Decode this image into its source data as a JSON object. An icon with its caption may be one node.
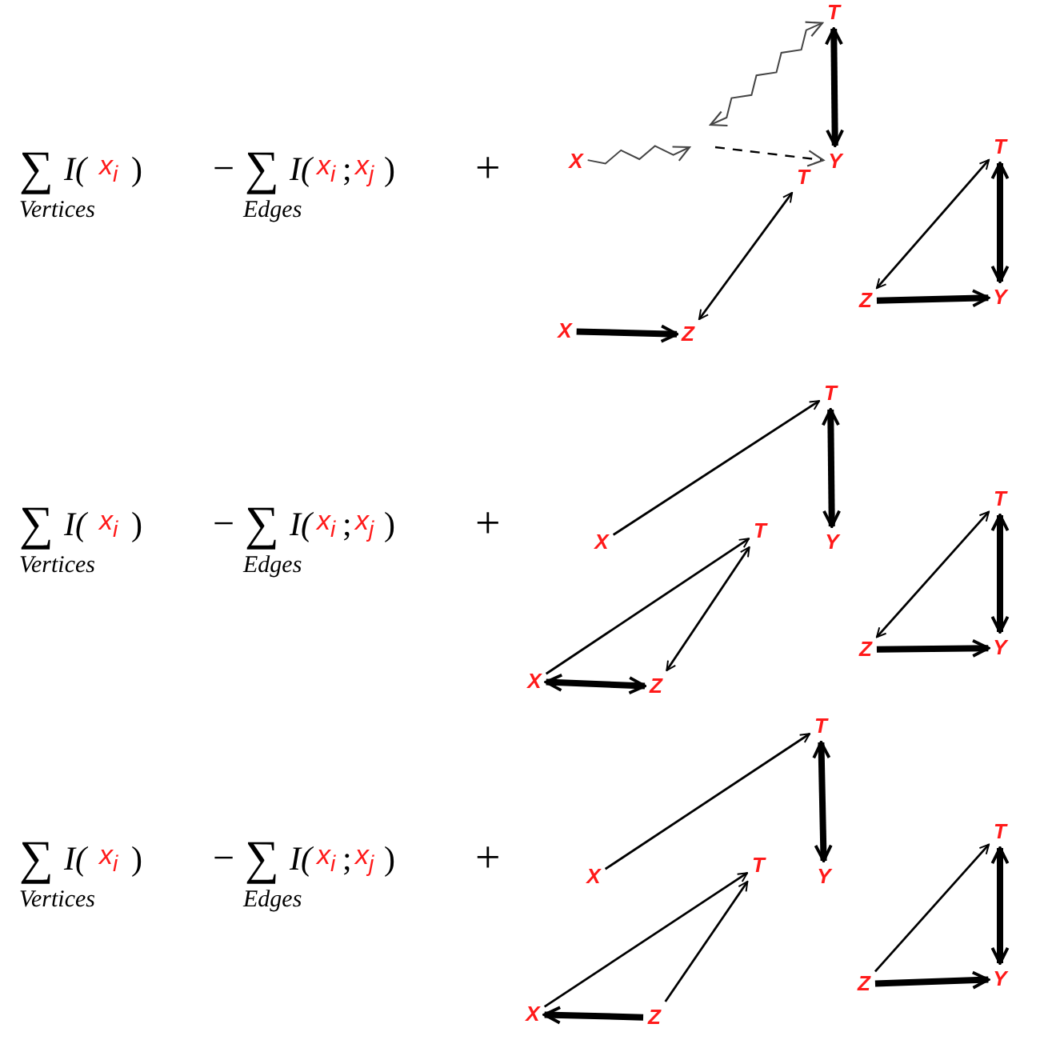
{
  "diagram": {
    "nodes": [
      {
        "text": [
          "X"
        ]
      },
      {
        "text": [
          "T"
        ]
      },
      {
        "text": [
          "Y"
        ]
      },
      {
        "text": [
          "X"
        ]
      },
      {
        "text": [
          "Z"
        ]
      },
      {
        "text": [
          "T"
        ]
      },
      {
        "text": [
          "T"
        ]
      },
      {
        "text": [
          "Z"
        ]
      },
      {
        "text": [
          "Y"
        ]
      },
      {
        "text": [
          "X"
        ]
      },
      {
        "text": [
          "T"
        ]
      },
      {
        "text": [
          "Y"
        ]
      },
      {
        "text": [
          "X"
        ]
      },
      {
        "text": [
          "Z"
        ]
      },
      {
        "text": [
          "T"
        ]
      },
      {
        "text": [
          "T"
        ]
      },
      {
        "text": [
          "Z"
        ]
      },
      {
        "text": [
          "Y"
        ]
      },
      {
        "text": [
          "X"
        ]
      },
      {
        "text": [
          "T"
        ]
      },
      {
        "text": [
          "Y"
        ]
      },
      {
        "text": [
          "X"
        ]
      },
      {
        "text": [
          "Z"
        ]
      },
      {
        "text": [
          "T"
        ]
      },
      {
        "text": [
          "T"
        ]
      },
      {
        "text": [
          "Z"
        ]
      },
      {
        "text": [
          "Y"
        ]
      }
    ],
    "edges": [
      {
        "from": 0,
        "to": null,
        "arrow": "to",
        "color": "#444444"
      },
      {
        "from": null,
        "to": 2,
        "arrow": "to",
        "style": "dashed"
      },
      {
        "from": null,
        "to": 1,
        "arrow": "both",
        "color": "#444444"
      },
      {
        "from": 1,
        "to": 2,
        "arrow": "both",
        "style": "thick"
      },
      {
        "from": 3,
        "to": 4,
        "arrow": "to",
        "style": "thick"
      },
      {
        "from": 4,
        "to": 5,
        "arrow": "both"
      },
      {
        "from": 6,
        "to": 7,
        "arrow": "both"
      },
      {
        "from": 6,
        "to": 8,
        "arrow": "both",
        "style": "thick"
      },
      {
        "from": 7,
        "to": 8,
        "arrow": "to",
        "style": "thick"
      },
      {
        "from": 9,
        "to": 10,
        "arrow": "to"
      },
      {
        "from": 10,
        "to": 11,
        "arrow": "both",
        "style": "thick"
      },
      {
        "from": 12,
        "to": 14,
        "arrow": "to"
      },
      {
        "from": 12,
        "to": 13,
        "arrow": "both",
        "style": "thick"
      },
      {
        "from": 13,
        "to": 14,
        "arrow": "both"
      },
      {
        "from": 15,
        "to": 16,
        "arrow": "both"
      },
      {
        "from": 15,
        "to": 17,
        "arrow": "both",
        "style": "thick"
      },
      {
        "from": 16,
        "to": 17,
        "arrow": "to",
        "style": "thick"
      },
      {
        "from": 18,
        "to": 19,
        "arrow": "to"
      },
      {
        "from": 19,
        "to": 20,
        "arrow": "both",
        "style": "thick"
      },
      {
        "from": 21,
        "to": 23,
        "arrow": "to"
      },
      {
        "from": 22,
        "to": 21,
        "arrow": "to",
        "style": "thick"
      },
      {
        "from": 22,
        "to": 23,
        "arrow": "to"
      },
      {
        "from": 25,
        "to": 24,
        "arrow": "to"
      },
      {
        "from": 24,
        "to": 26,
        "arrow": "both",
        "style": "thick"
      },
      {
        "from": 25,
        "to": 26,
        "arrow": "to",
        "style": "thick"
      }
    ],
    "labels": [
      "∑",
      "I(",
      "x$_{i}$",
      ")",
      "Vertices",
      "−",
      "∑",
      "I(",
      "x$_{i}$",
      ";",
      "x$_{j}$",
      ")",
      "Edges",
      "+",
      "∑",
      "I(",
      "x$_{i}$",
      ")",
      "Vertices",
      "−",
      "∑",
      "I(",
      "x$_{i}$",
      ";",
      "x$_{j}$",
      ")",
      "Edges",
      "+",
      "∑",
      "I(",
      "x$_{i}$",
      ")",
      "Vertices",
      "−",
      "∑",
      "I(",
      "x$_{i}$",
      ";",
      "x$_{j}$",
      ")",
      "Edges",
      "+"
    ]
  }
}
